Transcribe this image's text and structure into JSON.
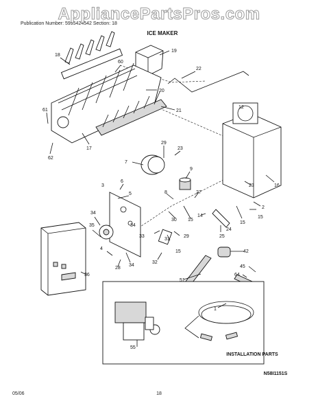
{
  "watermark": "AppliancePartsPros.com",
  "header_small": "Publication Number: 5995424542 Section: 18",
  "title": "ICE MAKER",
  "callouts": {
    "c1": "1",
    "c2": "2",
    "c3": "3",
    "c4": "4",
    "c5": "5",
    "c6": "6",
    "c7": "7",
    "c8": "8",
    "c9": "9",
    "c12": "12",
    "c14": "14",
    "c15a": "15",
    "c15b": "15",
    "c15c": "15",
    "c16": "16",
    "c17": "17",
    "c18": "18",
    "c19": "19",
    "c20": "20",
    "c21": "21",
    "c22": "22",
    "c23a": "23",
    "c23b": "23",
    "c24": "24",
    "c25": "25",
    "c27": "27",
    "c28": "28",
    "c29a": "29",
    "c29b": "29",
    "c30": "30",
    "c31": "31",
    "c32": "32",
    "c33": "33",
    "c34a": "34",
    "c34b": "34",
    "c34c": "34",
    "c35": "35",
    "c36": "36",
    "c42": "42",
    "c45": "45",
    "c51": "51",
    "c55": "55",
    "c60": "60",
    "c61": "61",
    "c62": "62",
    "c64": "64"
  },
  "installation_label": "INSTALLATION PARTS",
  "diagram_code": "N58I1151S",
  "footer": {
    "date": "05/06",
    "page": "18"
  }
}
